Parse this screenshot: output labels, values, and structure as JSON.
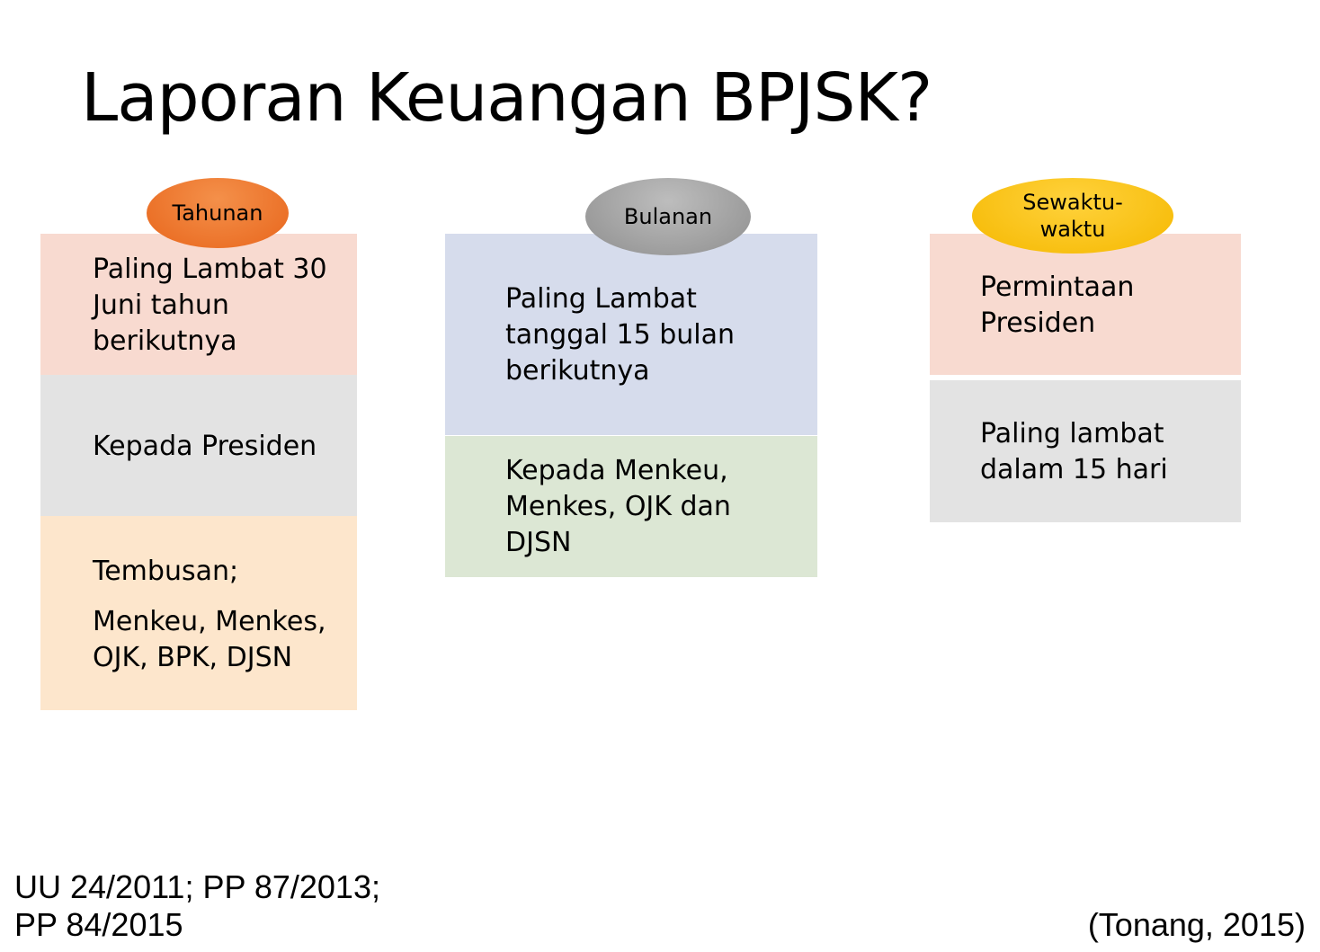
{
  "title": "Laporan Keuangan BPJSK?",
  "columns": [
    {
      "label": "Tahunan",
      "label_color": "#ec7a2e",
      "boxes": [
        {
          "lines": [
            "Paling Lambat 30",
            "Juni tahun",
            "berikutnya"
          ],
          "color": "#f8dad0"
        },
        {
          "lines": [
            "Kepada Presiden"
          ],
          "color": "#e3e3e3"
        },
        {
          "lines": [
            "Tembusan;",
            "Menkeu, Menkes,",
            "OJK, BPK, DJSN"
          ],
          "color": "#fde6cc"
        }
      ]
    },
    {
      "label": "Bulanan",
      "label_color": "#a6a6a6",
      "boxes": [
        {
          "lines": [
            "Paling Lambat",
            "tanggal 15 bulan",
            "berikutnya"
          ],
          "color": "#d6dcec"
        },
        {
          "lines": [
            "Kepada Menkeu,",
            "Menkes, OJK dan",
            "DJSN"
          ],
          "color": "#dce7d4"
        }
      ]
    },
    {
      "label": "Sewaktu-waktu",
      "label_lines": [
        "Sewaktu-",
        "waktu"
      ],
      "label_color": "#fcc10f",
      "boxes": [
        {
          "lines": [
            "Permintaan",
            "Presiden"
          ],
          "color": "#f8dad0"
        },
        {
          "lines": [
            "Paling lambat",
            "dalam 15 hari"
          ],
          "color": "#e3e3e3"
        }
      ]
    }
  ],
  "footer": {
    "references_line1": "UU 24/2011; PP 87/2013;",
    "references_line2": "PP 84/2015",
    "citation": "(Tonang, 2015)"
  }
}
